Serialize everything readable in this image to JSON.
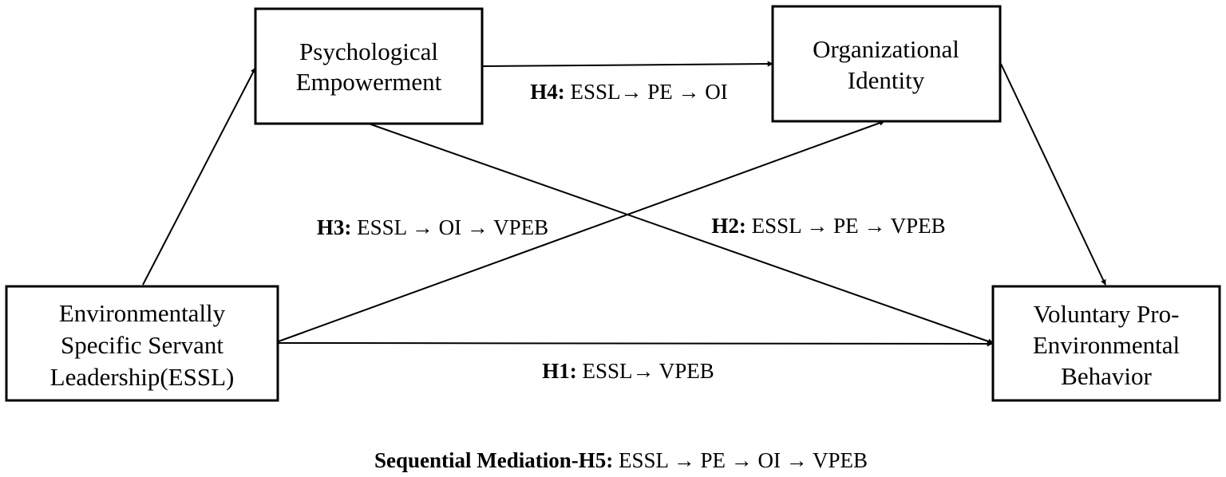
{
  "nodes": {
    "pe": {
      "lines": [
        "Psychological",
        "Empowerment"
      ]
    },
    "oi": {
      "lines": [
        "Organizational",
        "Identity"
      ]
    },
    "essl": {
      "lines": [
        "Environmentally",
        "Specific Servant",
        "Leadership(ESSL)"
      ]
    },
    "vpeb": {
      "lines": [
        "Voluntary Pro-",
        "Environmental",
        "Behavior"
      ]
    }
  },
  "hypotheses": {
    "h1": {
      "tag": "H1:",
      "path": " ESSL→ VPEB"
    },
    "h2": {
      "tag": "H2:",
      "path": " ESSL → PE → VPEB"
    },
    "h3": {
      "tag": "H3:",
      "path": " ESSL → OI → VPEB"
    },
    "h4": {
      "tag": "H4:",
      "path": " ESSL→ PE → OI"
    },
    "h5": {
      "tag": "Sequential Mediation-H5:",
      "path": " ESSL → PE → OI → VPEB"
    }
  }
}
